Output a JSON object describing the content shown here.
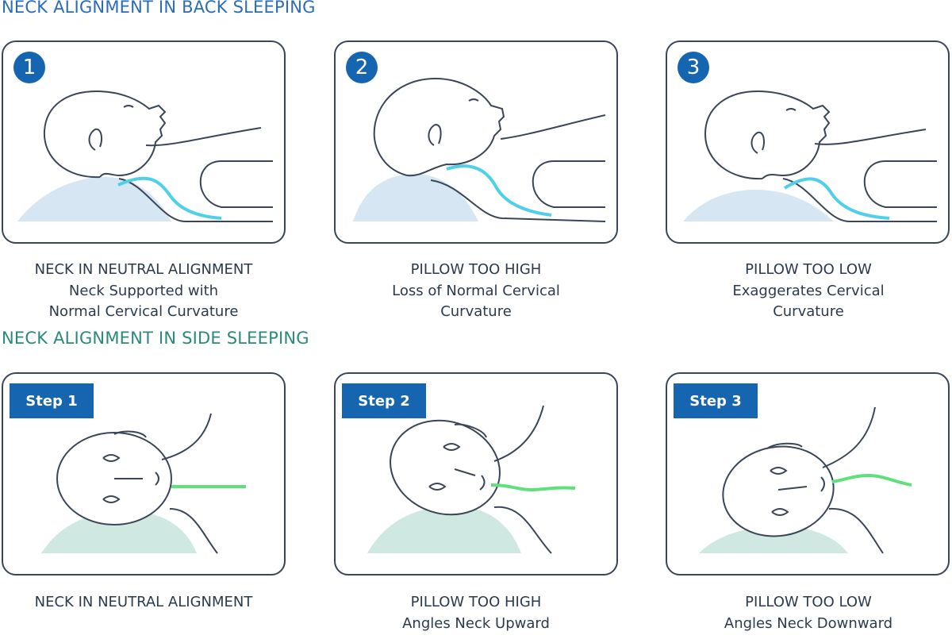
{
  "back_section": {
    "title": "NECK ALIGNMENT IN BACK SLEEPING",
    "panels": [
      {
        "badge": "1",
        "caption": [
          "NECK IN NEUTRAL ALIGNMENT",
          "Neck Supported with",
          "Normal Cervical Curvature"
        ]
      },
      {
        "badge": "2",
        "caption": [
          "PILLOW TOO HIGH",
          "Loss of Normal Cervical",
          "Curvature"
        ]
      },
      {
        "badge": "3",
        "caption": [
          "PILLOW TOO LOW",
          "Exaggerates Cervical",
          "Curvature"
        ]
      }
    ]
  },
  "side_section": {
    "title": "NECK ALIGNMENT IN SIDE SLEEPING",
    "panels": [
      {
        "badge": "Step 1",
        "caption": [
          "NECK IN NEUTRAL ALIGNMENT"
        ]
      },
      {
        "badge": "Step 2",
        "caption": [
          "PILLOW TOO HIGH",
          "Angles Neck Upward"
        ]
      },
      {
        "badge": "Step 3",
        "caption": [
          "PILLOW TOO LOW",
          "Angles Neck Downward"
        ]
      }
    ]
  },
  "colors": {
    "back_title": "#2a6db5",
    "side_title": "#2a8a7a",
    "badge": "#1565b0",
    "back_pillow": "#d6e6f2",
    "side_pillow": "#cfe8e2",
    "back_spine_line": "#4fd0e8",
    "side_spine_line": "#5ee07a",
    "outline": "#3a4658"
  }
}
